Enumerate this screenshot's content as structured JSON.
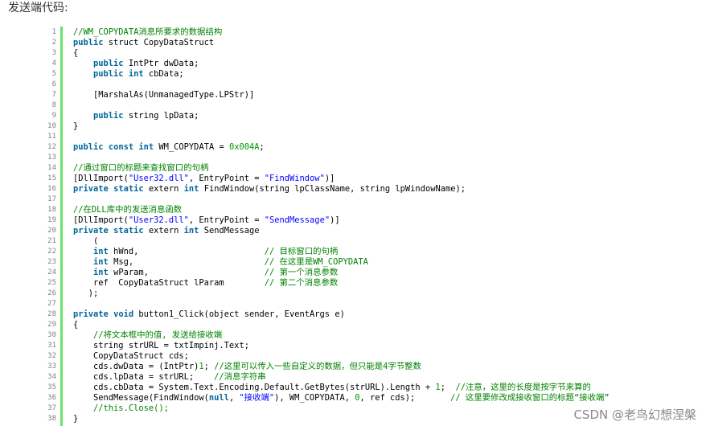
{
  "intro_label": "发送端代码:",
  "code": {
    "lines": [
      {
        "n": "1",
        "tokens": [
          {
            "t": "//WM_COPYDATA消息所要求的数据结构",
            "c": "cm"
          }
        ]
      },
      {
        "n": "2",
        "tokens": [
          {
            "t": "public",
            "c": "kw"
          },
          {
            "t": " struct CopyDataStruct",
            "c": ""
          }
        ]
      },
      {
        "n": "3",
        "tokens": [
          {
            "t": "{",
            "c": ""
          }
        ]
      },
      {
        "n": "4",
        "tokens": [
          {
            "t": "    ",
            "c": ""
          },
          {
            "t": "public",
            "c": "kw"
          },
          {
            "t": " IntPtr dwData;",
            "c": ""
          }
        ]
      },
      {
        "n": "5",
        "tokens": [
          {
            "t": "    ",
            "c": ""
          },
          {
            "t": "public",
            "c": "kw"
          },
          {
            "t": " ",
            "c": ""
          },
          {
            "t": "int",
            "c": "kw"
          },
          {
            "t": " cbData;",
            "c": ""
          }
        ]
      },
      {
        "n": "6",
        "tokens": []
      },
      {
        "n": "7",
        "tokens": [
          {
            "t": "    [MarshalAs(UnmanagedType.LPStr)]",
            "c": ""
          }
        ]
      },
      {
        "n": "8",
        "tokens": []
      },
      {
        "n": "9",
        "tokens": [
          {
            "t": "    ",
            "c": ""
          },
          {
            "t": "public",
            "c": "kw"
          },
          {
            "t": " string lpData;",
            "c": ""
          }
        ]
      },
      {
        "n": "10",
        "tokens": [
          {
            "t": "}",
            "c": ""
          }
        ]
      },
      {
        "n": "11",
        "tokens": []
      },
      {
        "n": "12",
        "tokens": [
          {
            "t": "public",
            "c": "kw"
          },
          {
            "t": " ",
            "c": ""
          },
          {
            "t": "const",
            "c": "kw"
          },
          {
            "t": " ",
            "c": ""
          },
          {
            "t": "int",
            "c": "kw"
          },
          {
            "t": " WM_COPYDATA = ",
            "c": ""
          },
          {
            "t": "0x004A",
            "c": "nm"
          },
          {
            "t": ";",
            "c": ""
          }
        ]
      },
      {
        "n": "13",
        "tokens": []
      },
      {
        "n": "14",
        "tokens": [
          {
            "t": "//通过窗口的标题来查找窗口的句柄",
            "c": "cm"
          }
        ]
      },
      {
        "n": "15",
        "tokens": [
          {
            "t": "[DllImport(",
            "c": ""
          },
          {
            "t": "\"User32.dll\"",
            "c": "st"
          },
          {
            "t": ", EntryPoint = ",
            "c": ""
          },
          {
            "t": "\"FindWindow\"",
            "c": "st"
          },
          {
            "t": ")]",
            "c": ""
          }
        ]
      },
      {
        "n": "16",
        "tokens": [
          {
            "t": "private",
            "c": "kw"
          },
          {
            "t": " ",
            "c": ""
          },
          {
            "t": "static",
            "c": "kw"
          },
          {
            "t": " extern ",
            "c": ""
          },
          {
            "t": "int",
            "c": "kw"
          },
          {
            "t": " FindWindow(string lpClassName, string lpWindowName);",
            "c": ""
          }
        ]
      },
      {
        "n": "17",
        "tokens": []
      },
      {
        "n": "18",
        "tokens": [
          {
            "t": "//在DLL库中的发送消息函数",
            "c": "cm"
          }
        ]
      },
      {
        "n": "19",
        "tokens": [
          {
            "t": "[DllImport(",
            "c": ""
          },
          {
            "t": "\"User32.dll\"",
            "c": "st"
          },
          {
            "t": ", EntryPoint = ",
            "c": ""
          },
          {
            "t": "\"SendMessage\"",
            "c": "st"
          },
          {
            "t": ")]",
            "c": ""
          }
        ]
      },
      {
        "n": "20",
        "tokens": [
          {
            "t": "private",
            "c": "kw"
          },
          {
            "t": " ",
            "c": ""
          },
          {
            "t": "static",
            "c": "kw"
          },
          {
            "t": " extern ",
            "c": ""
          },
          {
            "t": "int",
            "c": "kw"
          },
          {
            "t": " SendMessage",
            "c": ""
          }
        ]
      },
      {
        "n": "21",
        "tokens": [
          {
            "t": "    (",
            "c": ""
          }
        ]
      },
      {
        "n": "22",
        "tokens": [
          {
            "t": "    ",
            "c": ""
          },
          {
            "t": "int",
            "c": "kw"
          },
          {
            "t": " hWnd,                         ",
            "c": ""
          },
          {
            "t": "// 目标窗口的句柄",
            "c": "cm"
          }
        ]
      },
      {
        "n": "23",
        "tokens": [
          {
            "t": "    ",
            "c": ""
          },
          {
            "t": "int",
            "c": "kw"
          },
          {
            "t": " Msg,                          ",
            "c": ""
          },
          {
            "t": "// 在这里是WM_COPYDATA",
            "c": "cm"
          }
        ]
      },
      {
        "n": "24",
        "tokens": [
          {
            "t": "    ",
            "c": ""
          },
          {
            "t": "int",
            "c": "kw"
          },
          {
            "t": " wParam,                       ",
            "c": ""
          },
          {
            "t": "// 第一个消息参数",
            "c": "cm"
          }
        ]
      },
      {
        "n": "25",
        "tokens": [
          {
            "t": "    ref  CopyDataStruct lParam        ",
            "c": ""
          },
          {
            "t": "// 第二个消息参数",
            "c": "cm"
          }
        ]
      },
      {
        "n": "26",
        "tokens": [
          {
            "t": "   );",
            "c": ""
          }
        ]
      },
      {
        "n": "27",
        "tokens": []
      },
      {
        "n": "28",
        "tokens": [
          {
            "t": "private",
            "c": "kw"
          },
          {
            "t": " ",
            "c": ""
          },
          {
            "t": "void",
            "c": "kw"
          },
          {
            "t": " button1_Click(object sender, EventArgs e)",
            "c": ""
          }
        ]
      },
      {
        "n": "29",
        "tokens": [
          {
            "t": "{",
            "c": ""
          }
        ]
      },
      {
        "n": "30",
        "tokens": [
          {
            "t": "    ",
            "c": ""
          },
          {
            "t": "//将文本框中的值, 发送给接收端",
            "c": "cm"
          }
        ]
      },
      {
        "n": "31",
        "tokens": [
          {
            "t": "    string strURL = txtImpinj.Text;",
            "c": ""
          }
        ]
      },
      {
        "n": "32",
        "tokens": [
          {
            "t": "    CopyDataStruct cds;",
            "c": ""
          }
        ]
      },
      {
        "n": "33",
        "tokens": [
          {
            "t": "    cds.dwData = (IntPtr)",
            "c": ""
          },
          {
            "t": "1",
            "c": "nm"
          },
          {
            "t": "; ",
            "c": ""
          },
          {
            "t": "//这里可以传入一些自定义的数据，但只能是4字节整数",
            "c": "cm"
          }
        ]
      },
      {
        "n": "34",
        "tokens": [
          {
            "t": "    cds.lpData = strURL;    ",
            "c": ""
          },
          {
            "t": "//消息字符串",
            "c": "cm"
          }
        ]
      },
      {
        "n": "35",
        "tokens": [
          {
            "t": "    cds.cbData = System.Text.Encoding.Default.GetBytes(strURL).Length + ",
            "c": ""
          },
          {
            "t": "1",
            "c": "nm"
          },
          {
            "t": ";  ",
            "c": ""
          },
          {
            "t": "//注意，这里的长度是按字节来算的",
            "c": "cm"
          }
        ]
      },
      {
        "n": "36",
        "tokens": [
          {
            "t": "    SendMessage(FindWindow(",
            "c": ""
          },
          {
            "t": "null",
            "c": "kw"
          },
          {
            "t": ", ",
            "c": ""
          },
          {
            "t": "\"接收端\"",
            "c": "st"
          },
          {
            "t": "), WM_COPYDATA, ",
            "c": ""
          },
          {
            "t": "0",
            "c": "nm"
          },
          {
            "t": ", ref cds);       ",
            "c": ""
          },
          {
            "t": "// 这里要修改成接收窗口的标题“接收端”",
            "c": "cm"
          }
        ]
      },
      {
        "n": "37",
        "tokens": [
          {
            "t": "    ",
            "c": ""
          },
          {
            "t": "//this.Close();",
            "c": "cm"
          }
        ]
      },
      {
        "n": "38",
        "tokens": [
          {
            "t": "}",
            "c": ""
          }
        ]
      }
    ]
  },
  "watermark": "CSDN @老鸟幻想涅槃",
  "colors": {
    "keyword": "#006699",
    "comment": "#008200",
    "string": "#0000ff",
    "number": "#009900",
    "gutter_bar": "#6ce26c",
    "line_number": "#808080"
  }
}
